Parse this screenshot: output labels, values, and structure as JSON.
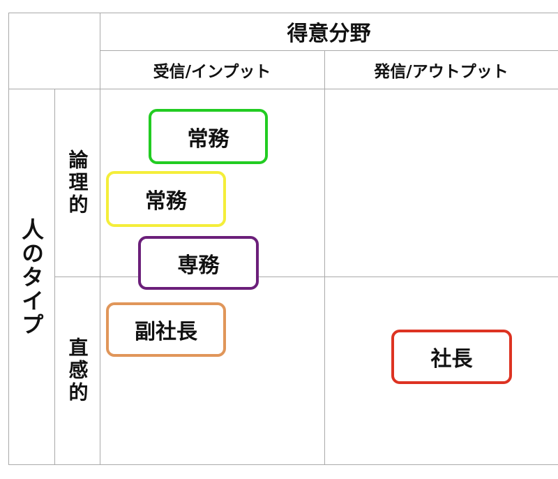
{
  "header": {
    "title": "得意分野",
    "col_input": "受信/インプット",
    "col_output": "発信/アウトプット"
  },
  "side": {
    "axis": "人のタイプ",
    "row_logical": "論理的",
    "row_intuitive": "直感的"
  },
  "boxes": [
    {
      "label": "常務",
      "color": "#22cc22"
    },
    {
      "label": "常務",
      "color": "#f4ee3a"
    },
    {
      "label": "専務",
      "color": "#6b1f7a"
    },
    {
      "label": "副社長",
      "color": "#e0965a"
    },
    {
      "label": "社長",
      "color": "#dd3322"
    }
  ]
}
